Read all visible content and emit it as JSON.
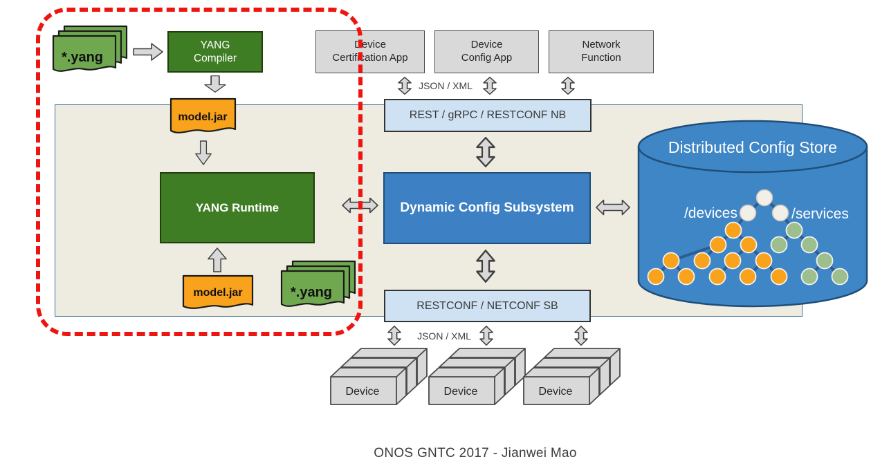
{
  "caption": "ONOS GNTC 2017 - Jianwei Mao",
  "pipeline": {
    "source_files": "*.yang",
    "compiler": "YANG Compiler",
    "model_jar": "model.jar",
    "runtime": "YANG Runtime",
    "runtime_model_jar": "model.jar",
    "runtime_source_files": "*.yang"
  },
  "apps": [
    {
      "label": "Device Certification App"
    },
    {
      "label": "Device Config App"
    },
    {
      "label": "Network Function"
    }
  ],
  "interfaces": {
    "north_bar": "REST / gRPC / RESTCONF NB",
    "south_bar": "RESTCONF / NETCONF SB",
    "json_xml_top": "JSON / XML",
    "json_xml_bottom": "JSON / XML"
  },
  "core": {
    "dynamic_config": "Dynamic Config Subsystem"
  },
  "store": {
    "title": "Distributed Config Store",
    "devices_branch": "/devices",
    "services_branch": "/services"
  },
  "devices": [
    {
      "label": "Device"
    },
    {
      "label": "Device"
    },
    {
      "label": "Device"
    }
  ],
  "colors": {
    "highlight_red": "#ee1410",
    "panel_beige": "#eeebe0",
    "panel_border_blue": "#41719c",
    "dark_green": "#3e7d23",
    "doc_green": "#6fa84f",
    "doc_orange": "#f9a21b",
    "subsystem_blue": "#3e80c4",
    "store_blue": "#3e86c6",
    "bar_light_blue": "#cfe2f3",
    "box_gray": "#d9d9d9",
    "tree_edge_blue": "#2d5d8e",
    "node_orange": "#f9a21c",
    "node_green": "#9cbf8d",
    "node_white": "#f2efe9"
  }
}
